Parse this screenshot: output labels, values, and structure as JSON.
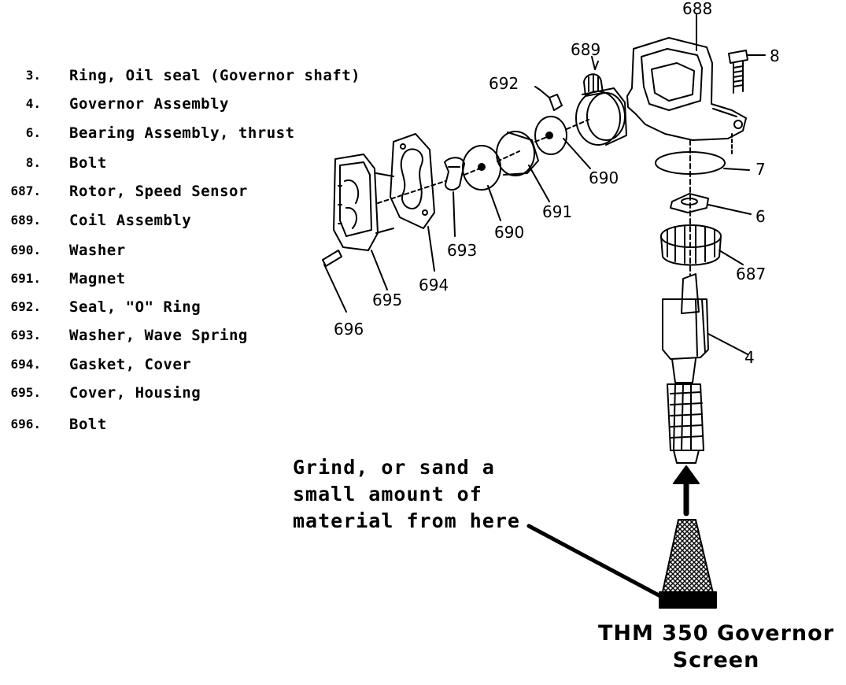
{
  "legend": [
    {
      "num": "3.",
      "desc": "Ring, Oil seal (Governor shaft)"
    },
    {
      "num": "4.",
      "desc": "Governor Assembly"
    },
    {
      "num": "6.",
      "desc": "Bearing Assembly, thrust"
    },
    {
      "num": "8.",
      "desc": "Bolt"
    },
    {
      "num": "687.",
      "desc": "Rotor, Speed Sensor"
    },
    {
      "num": "689.",
      "desc": "Coil Assembly"
    },
    {
      "num": "690.",
      "desc": "Washer"
    },
    {
      "num": "691.",
      "desc": "Magnet"
    },
    {
      "num": "692.",
      "desc": "Seal, \"O\" Ring"
    },
    {
      "num": "693.",
      "desc": "Washer, Wave Spring"
    },
    {
      "num": "694.",
      "desc": "Gasket, Cover"
    },
    {
      "num": "695.",
      "desc": "Cover, Housing"
    },
    {
      "num": "696.",
      "desc": "Bolt"
    }
  ],
  "callouts": {
    "c688": "688",
    "c689": "689",
    "c692": "692",
    "c8": "8",
    "c7": "7",
    "c6": "6",
    "c690a": "690",
    "c691": "691",
    "c690b": "690",
    "c693": "693",
    "c694": "694",
    "c695": "695",
    "c696": "696",
    "c687": "687",
    "c4": "4"
  },
  "note": {
    "line1": "Grind, or sand a",
    "line2": "small amount of",
    "line3": "material from here"
  },
  "caption": {
    "line1": "THM 350 Governor",
    "line2": "Screen"
  }
}
